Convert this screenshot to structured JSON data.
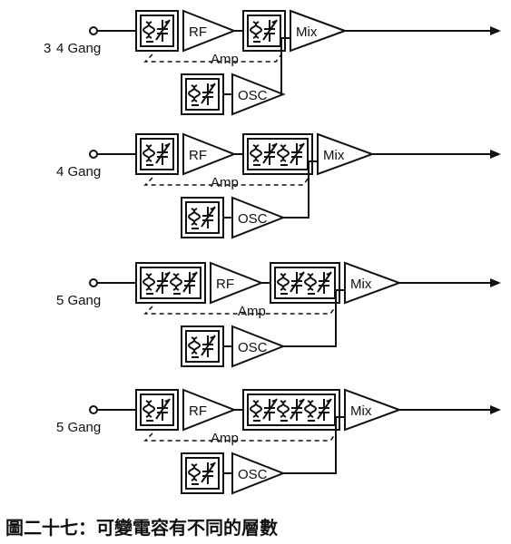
{
  "rows": [
    {
      "gang_label": "4 Gang",
      "prefix": "3",
      "stage1_tuned": 1,
      "stage2_tuned": 1,
      "rf_label": "RF",
      "amp_label": "Amp",
      "mix_label": "Mix",
      "osc_label": "OSC"
    },
    {
      "gang_label": "4 Gang",
      "prefix": "",
      "stage1_tuned": 1,
      "stage2_tuned": 2,
      "rf_label": "RF",
      "amp_label": "Amp",
      "mix_label": "Mix",
      "osc_label": "OSC"
    },
    {
      "gang_label": "5 Gang",
      "prefix": "",
      "stage1_tuned": 2,
      "stage2_tuned": 2,
      "rf_label": "RF",
      "amp_label": "Amp",
      "mix_label": "Mix",
      "osc_label": "OSC"
    },
    {
      "gang_label": "5 Gang",
      "prefix": "",
      "stage1_tuned": 1,
      "stage2_tuned": 3,
      "rf_label": "RF",
      "amp_label": "Amp",
      "mix_label": "Mix",
      "osc_label": "OSC"
    }
  ],
  "caption": "圖二十七：可變電容有不同的層數"
}
